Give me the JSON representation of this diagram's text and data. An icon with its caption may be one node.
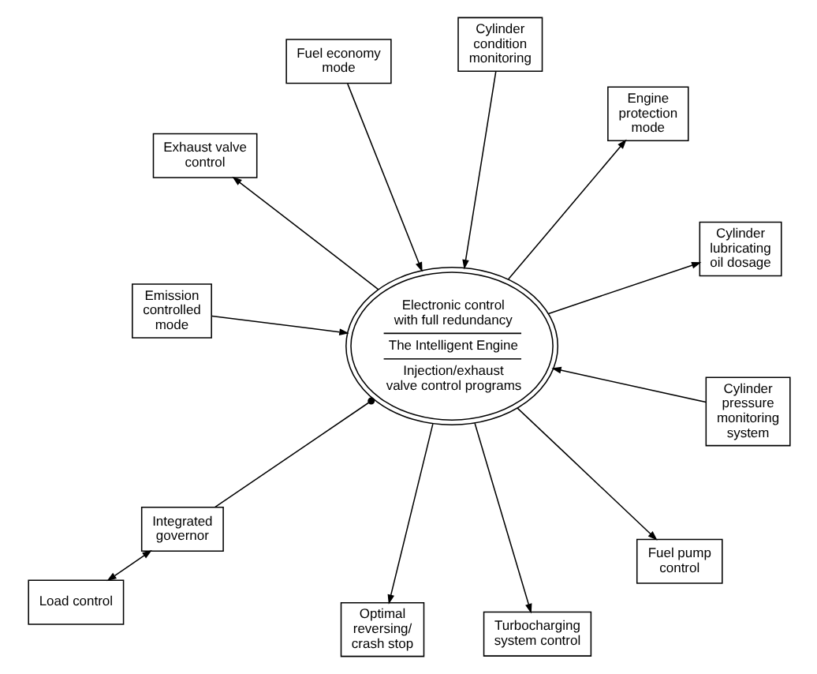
{
  "diagram": {
    "nodes": [
      {
        "text": [
          "Emission controlled mode"
        ]
      },
      {
        "text": [
          "Engine protection mode"
        ]
      },
      {
        "text": [
          "Optimal reversing/ crash stop"
        ]
      },
      {
        "text": [
          "Fuel economy mode"
        ]
      },
      {
        "text": [
          "Cylinder condition monitoring"
        ]
      },
      {
        "text": [
          "Electronic control with full redundancy",
          "The Intelligent Engine",
          "Injection/exhaust valve control programs"
        ]
      },
      {
        "text": [
          "Integrated governor"
        ]
      },
      {
        "text": [
          "Cylinder pressure monitoring system"
        ]
      },
      {
        "text": [
          "Load control"
        ]
      },
      {
        "text": [
          "Fuel pump control"
        ]
      },
      {
        "text": [
          "Turbocharging system control"
        ]
      },
      {
        "text": [
          "Exhaust valve control"
        ]
      },
      {
        "text": [
          "Cylinder lubricating oil dosage"
        ]
      }
    ],
    "edges": [
      {
        "from": 0,
        "to": 5,
        "arrow": "to"
      },
      {
        "from": 5,
        "to": 1,
        "arrow": "to"
      },
      {
        "from": 5,
        "to": 2,
        "arrow": "to"
      },
      {
        "from": 3,
        "to": 5,
        "arrow": "to"
      },
      {
        "from": 4,
        "to": 5,
        "arrow": "to"
      },
      {
        "from": 7,
        "to": 5,
        "arrow": "to"
      },
      {
        "from": 6,
        "to": 5,
        "arrow": "other"
      },
      {
        "from": 6,
        "to": 8,
        "arrow": "both"
      },
      {
        "from": 5,
        "to": 9,
        "arrow": "to"
      },
      {
        "from": 5,
        "to": 11,
        "arrow": "to"
      },
      {
        "from": 5,
        "to": 12,
        "arrow": "to"
      },
      {
        "from": 5,
        "to": 10,
        "arrow": "to"
      }
    ]
  }
}
